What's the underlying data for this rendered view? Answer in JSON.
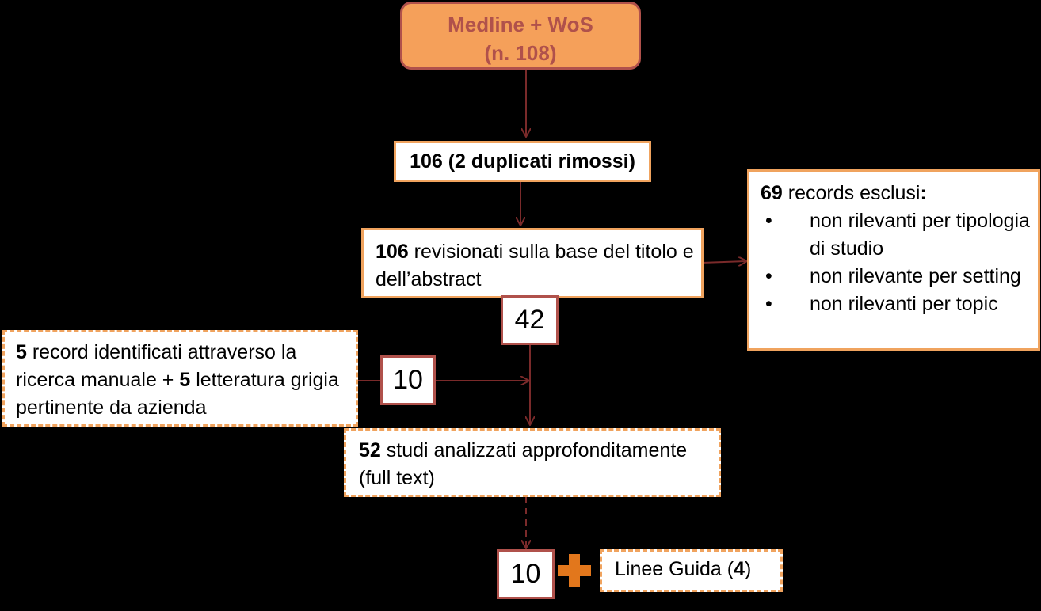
{
  "source": {
    "line1": "Medline + WoS",
    "line2": "(n. 108)"
  },
  "dedup": {
    "text": "106 (2 duplicati rimossi)"
  },
  "screened": {
    "bold": "106",
    "text": " revisionati sulla base del titolo e dell’abstract"
  },
  "excluded": {
    "bold": "69",
    "text": " records esclusi",
    "colon": ":",
    "items": [
      "non rilevanti per tipologia di studio",
      "non rilevante per setting",
      "non rilevanti per topic"
    ]
  },
  "passed": {
    "value": "42"
  },
  "manual": {
    "bold1": "5",
    "text1": " record identificati attraverso la ricerca manuale + ",
    "bold2": "5",
    "text2": " letteratura grigia pertinente da azienda"
  },
  "added": {
    "value": "10"
  },
  "fulltext": {
    "bold": "52",
    "text": " studi analizzati approfonditamente (full text)"
  },
  "included": {
    "value": "10"
  },
  "guidelines": {
    "text": "Linee Guida (",
    "bold": "4",
    "close": ")"
  },
  "colors": {
    "arrow": "#7a2a2a",
    "orange": "#f0a35e",
    "brown": "#b0514b",
    "plus": "#e2771c"
  }
}
